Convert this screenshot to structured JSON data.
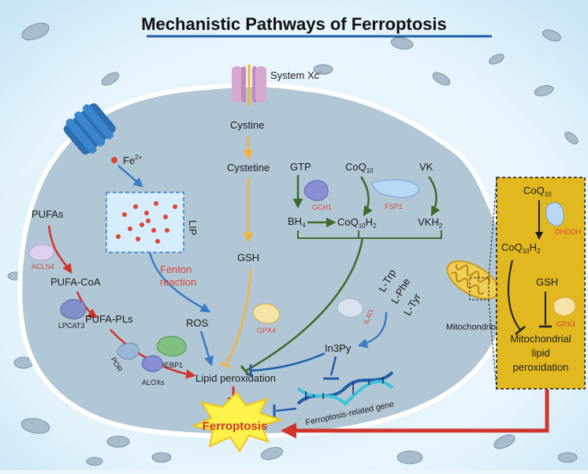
{
  "title": "Mechanistic Pathways of Ferroptosis",
  "labels": {
    "system_xc": "System Xc",
    "system_xc_sup": "-",
    "fe": "Fe",
    "fe_sup": "2+",
    "lip": "LIP",
    "cystine": "Cystine",
    "cysteine": "Cystetine",
    "gsh": "GSH",
    "gtp": "GTP",
    "coq10": "CoQ",
    "sub10": "10",
    "vk": "VK",
    "gch1": "GCH1",
    "fsp1": "FSP1",
    "bh4": "BH",
    "sub4": "4",
    "coq10h2_main": "CoQ",
    "h2": "H",
    "sub2": "2",
    "vkh2": "VKH",
    "pufas": "PUFAs",
    "acsl4": "ACLS4",
    "pufa_coa": "PUFA-CoA",
    "lpcat3": "LPCAT3",
    "pufa_pls": "PUFA-PLs",
    "pebp1": "PEBP1",
    "por": "POR",
    "aloxs": "ALOXs",
    "fenton_1": "Fenton",
    "fenton_2": "reaction",
    "ros": "ROS",
    "gpx4": "GPX4",
    "lipid_peroxidation": "Lipid peroxidation",
    "l_trp": "L-Trp",
    "l_phe": "L-Phe",
    "l_tyr": "L-Tyr",
    "il4i1": "IL4I1",
    "in3py": "In3Py",
    "ferroptosis_gene": "Ferroptosis-related gene",
    "mitochondrion": "Mitochondrion",
    "ferroptosis": "Ferroptosis"
  },
  "mito_panel": {
    "coq10": "CoQ",
    "dhodh": "DHODH",
    "coq10h2": "CoQ",
    "gsh": "GSH",
    "gpx4": "GPX4",
    "line1": "Mitochondrial",
    "line2": "lipid",
    "line3": "peroxidation"
  },
  "colors": {
    "title_underline": "#1f5ea8",
    "cell": "#b2c7d6",
    "yellow_panel": "#e2b820",
    "red_arrow": "#d0352b",
    "blue_arrow": "#3a7cc4",
    "orange_arrow": "#f3b23c",
    "green_arrow": "#3d6b2c",
    "burst": "#fff24a"
  },
  "icons": [
    "transporter-channel-icon",
    "system-xc-icon",
    "mitochondrion-icon",
    "dna-helix-icon",
    "burst-icon",
    "protein-blob-icon"
  ]
}
